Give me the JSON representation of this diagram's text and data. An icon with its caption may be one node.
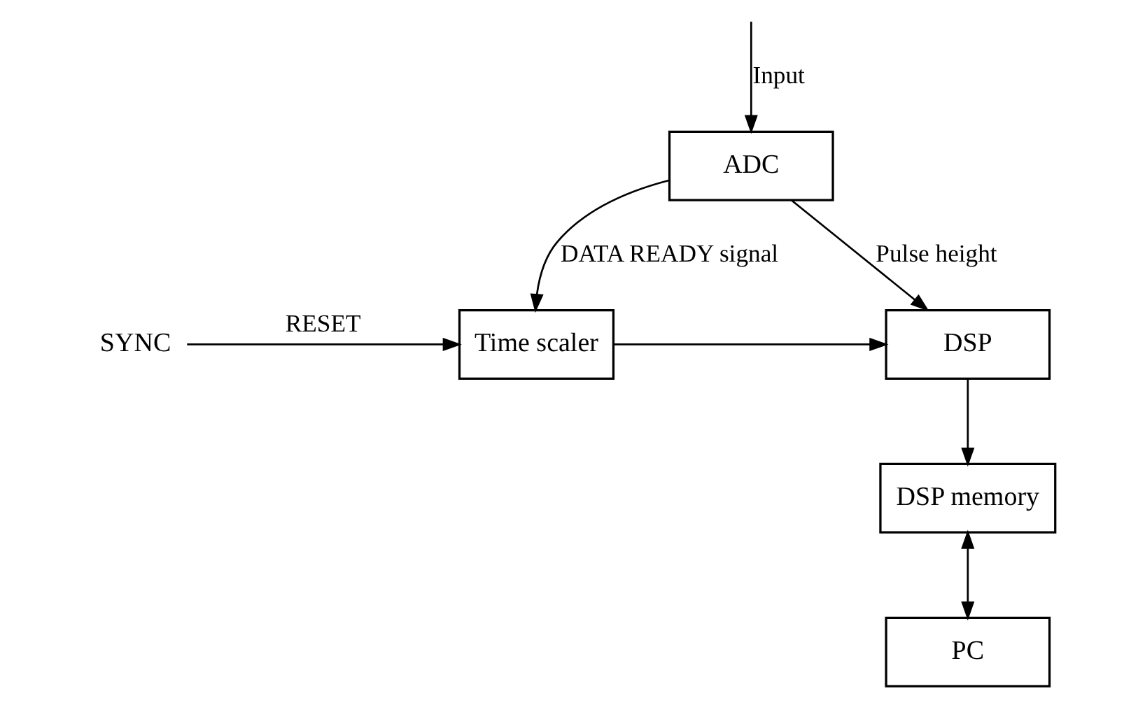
{
  "diagram": {
    "nodes": [
      {
        "text": [
          "ADC"
        ]
      },
      {
        "text": [
          "Time scaler"
        ]
      },
      {
        "text": [
          "DSP"
        ]
      },
      {
        "text": [
          "DSP memory"
        ]
      },
      {
        "text": [
          "PC"
        ]
      },
      {
        "text": [
          "SYNC"
        ]
      }
    ],
    "edges": [
      {
        "from": null,
        "to": 0,
        "arrow": "to",
        "label": "Input"
      },
      {
        "from": 0,
        "to": 1,
        "arrow": "to",
        "label": "DATA READY signal"
      },
      {
        "from": 0,
        "to": 2,
        "arrow": "to",
        "label": "Pulse height"
      },
      {
        "from": 5,
        "to": 1,
        "arrow": "to",
        "label": "RESET"
      },
      {
        "from": 1,
        "to": 2,
        "arrow": "to"
      },
      {
        "from": 2,
        "to": 3,
        "arrow": "to"
      },
      {
        "from": 3,
        "to": 4,
        "arrow": "both"
      }
    ]
  }
}
